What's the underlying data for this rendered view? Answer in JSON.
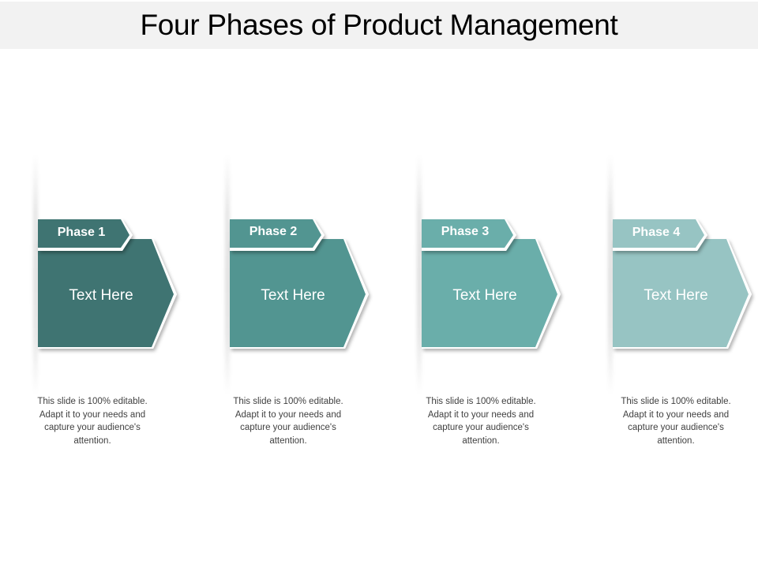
{
  "title": "Four Phases of Product Management",
  "phases": [
    {
      "tab": "Phase 1",
      "label": "Text Here",
      "description": "This slide is 100% editable. Adapt it to your needs and capture your audience's attention.",
      "color": "#3f7472"
    },
    {
      "tab": "Phase 2",
      "label": "Text Here",
      "description": "This slide is 100% editable. Adapt it to your needs and capture your audience's attention.",
      "color": "#529591"
    },
    {
      "tab": "Phase 3",
      "label": "Text Here",
      "description": "This slide is 100% editable. Adapt it to your needs and capture your audience's attention.",
      "color": "#6aaeaa"
    },
    {
      "tab": "Phase 4",
      "label": "Text Here",
      "description": "This slide is 100% editable. Adapt it to your needs and capture your audience's attention.",
      "color": "#97c4c3"
    }
  ]
}
